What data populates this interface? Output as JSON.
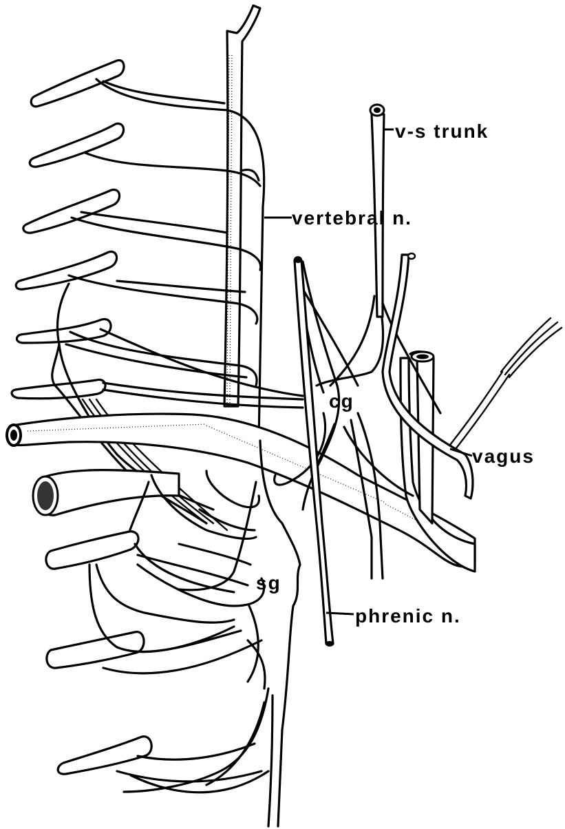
{
  "labels": {
    "vs_trunk": "v-s trunk",
    "vertebral_n": "vertebral n.",
    "cg": "cg",
    "vagus": "vagus",
    "sg": "sg",
    "phrenic_n": "phrenic n."
  },
  "colors": {
    "ink": "#000000",
    "paper": "#ffffff"
  }
}
